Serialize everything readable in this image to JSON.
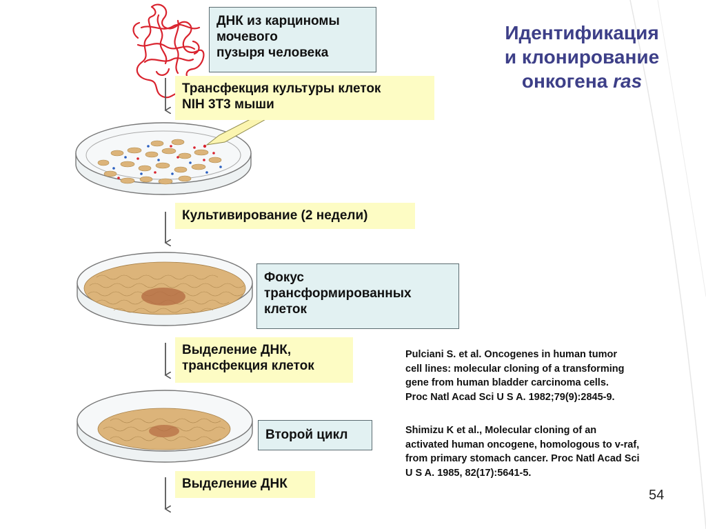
{
  "title": {
    "line1": "Идентификация",
    "line2": "и клонирование",
    "line3_prefix": "онкогена ",
    "line3_italic": "ras"
  },
  "steps": {
    "dna_source": [
      "ДНК из карциномы",
      "мочевого",
      "пузыря человека"
    ],
    "transfection": [
      "Трансфекция культуры клеток",
      "NIH 3T3 мыши"
    ],
    "cultivation": "Культивирование (2 недели)",
    "focus": [
      "Фокус",
      "трансформированных",
      "клеток"
    ],
    "isolation_transfection": [
      "Выделение ДНК,",
      "трансфекция клеток"
    ],
    "second_cycle": "Второй цикл",
    "dna_isolation": "Выделение ДНК"
  },
  "references": [
    {
      "lines": [
        "Pulciani S. et al. Oncogenes in human tumor",
        "cell lines: molecular cloning of a transforming",
        "gene from human bladder carcinoma cells.",
        "Proc Natl Acad Sci U S A. 1982;79(9):2845-9."
      ]
    },
    {
      "lines": [
        "Shimizu K et al., Molecular cloning of an",
        "activated human oncogene, homologous to v-raf,",
        "from primary stomach cancer. Proc Natl Acad Sci",
        "U S A. 1985, 82(17):5641-5."
      ]
    }
  ],
  "page_number": "54",
  "colors": {
    "title": "#3d3f88",
    "blue_box": "#e2f1f2",
    "yellow_box": "#fdfcc4",
    "cells": "#dcb47a",
    "dna_strand": "#d9232e"
  }
}
